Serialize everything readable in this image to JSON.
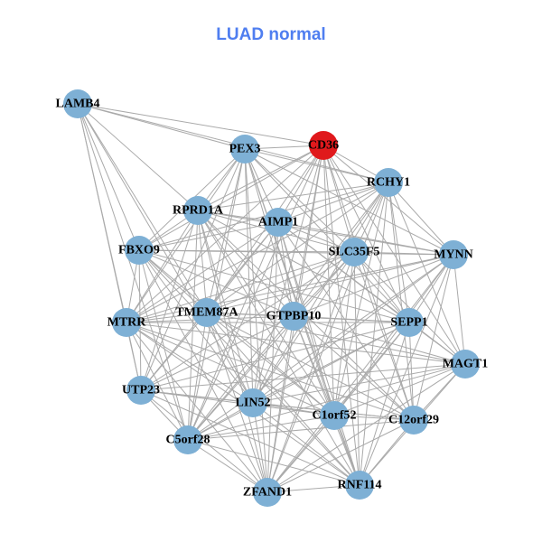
{
  "title": "LUAD normal",
  "colors": {
    "title": "#4f7ef0",
    "node": "#7eb0d5",
    "highlight": "#e0191c",
    "edge": "#aaaaaa"
  },
  "nodes": [
    {
      "label": "LAMB4",
      "highlight": false
    },
    {
      "label": "PEX3",
      "highlight": false
    },
    {
      "label": "CD36",
      "highlight": true
    },
    {
      "label": "RCHY1",
      "highlight": false
    },
    {
      "label": "RPRD1A",
      "highlight": false
    },
    {
      "label": "AIMP1",
      "highlight": false
    },
    {
      "label": "FBXO9",
      "highlight": false
    },
    {
      "label": "SLC35F5",
      "highlight": false
    },
    {
      "label": "MYNN",
      "highlight": false
    },
    {
      "label": "MTRR",
      "highlight": false
    },
    {
      "label": "TMEM87A",
      "highlight": false
    },
    {
      "label": "GTPBP10",
      "highlight": false
    },
    {
      "label": "SEPP1",
      "highlight": false
    },
    {
      "label": "MAGT1",
      "highlight": false
    },
    {
      "label": "UTP23",
      "highlight": false
    },
    {
      "label": "LIN52",
      "highlight": false
    },
    {
      "label": "C1orf52",
      "highlight": false
    },
    {
      "label": "C12orf29",
      "highlight": false
    },
    {
      "label": "C5orf28",
      "highlight": false
    },
    {
      "label": "ZFAND1",
      "highlight": false
    },
    {
      "label": "RNF114",
      "highlight": false
    }
  ],
  "adjacency": {
    "0": [
      1,
      2,
      3,
      4,
      6,
      9,
      10,
      14,
      15,
      18
    ],
    "1": [
      2,
      3,
      4,
      5,
      6,
      7,
      8,
      9,
      10,
      11,
      12,
      14,
      15,
      16,
      18,
      19,
      20
    ],
    "2": [
      3,
      4,
      5,
      6,
      7,
      8,
      9,
      10,
      11,
      12,
      13,
      15,
      16,
      17,
      18,
      19,
      20
    ],
    "3": [
      4,
      5,
      6,
      7,
      8,
      9,
      10,
      11,
      12,
      13,
      15,
      16,
      17,
      18,
      19,
      20
    ],
    "4": [
      5,
      6,
      7,
      8,
      9,
      10,
      11,
      12,
      14,
      15,
      16,
      17,
      18,
      19,
      20
    ],
    "5": [
      6,
      7,
      8,
      9,
      10,
      11,
      12,
      13,
      14,
      15,
      16,
      17,
      18,
      19,
      20
    ],
    "6": [
      7,
      8,
      9,
      10,
      11,
      12,
      14,
      15,
      16,
      18,
      19,
      20
    ],
    "7": [
      8,
      9,
      10,
      11,
      12,
      13,
      14,
      15,
      16,
      17,
      18,
      19,
      20
    ],
    "8": [
      9,
      10,
      11,
      12,
      13,
      15,
      16,
      17,
      18,
      19,
      20
    ],
    "9": [
      10,
      11,
      12,
      13,
      14,
      15,
      16,
      17,
      18,
      19,
      20
    ],
    "10": [
      11,
      12,
      13,
      14,
      15,
      16,
      17,
      18,
      19,
      20
    ],
    "11": [
      12,
      13,
      14,
      15,
      16,
      17,
      18,
      19,
      20
    ],
    "12": [
      13,
      14,
      15,
      16,
      17,
      18,
      19,
      20
    ],
    "13": [
      14,
      15,
      16,
      17,
      18,
      19,
      20
    ],
    "14": [
      15,
      16,
      17,
      18,
      19,
      20
    ],
    "15": [
      16,
      17,
      18,
      19,
      20
    ],
    "16": [
      17,
      18,
      19,
      20
    ],
    "17": [
      18,
      19,
      20
    ],
    "18": [
      19,
      20
    ],
    "19": [
      20
    ]
  }
}
